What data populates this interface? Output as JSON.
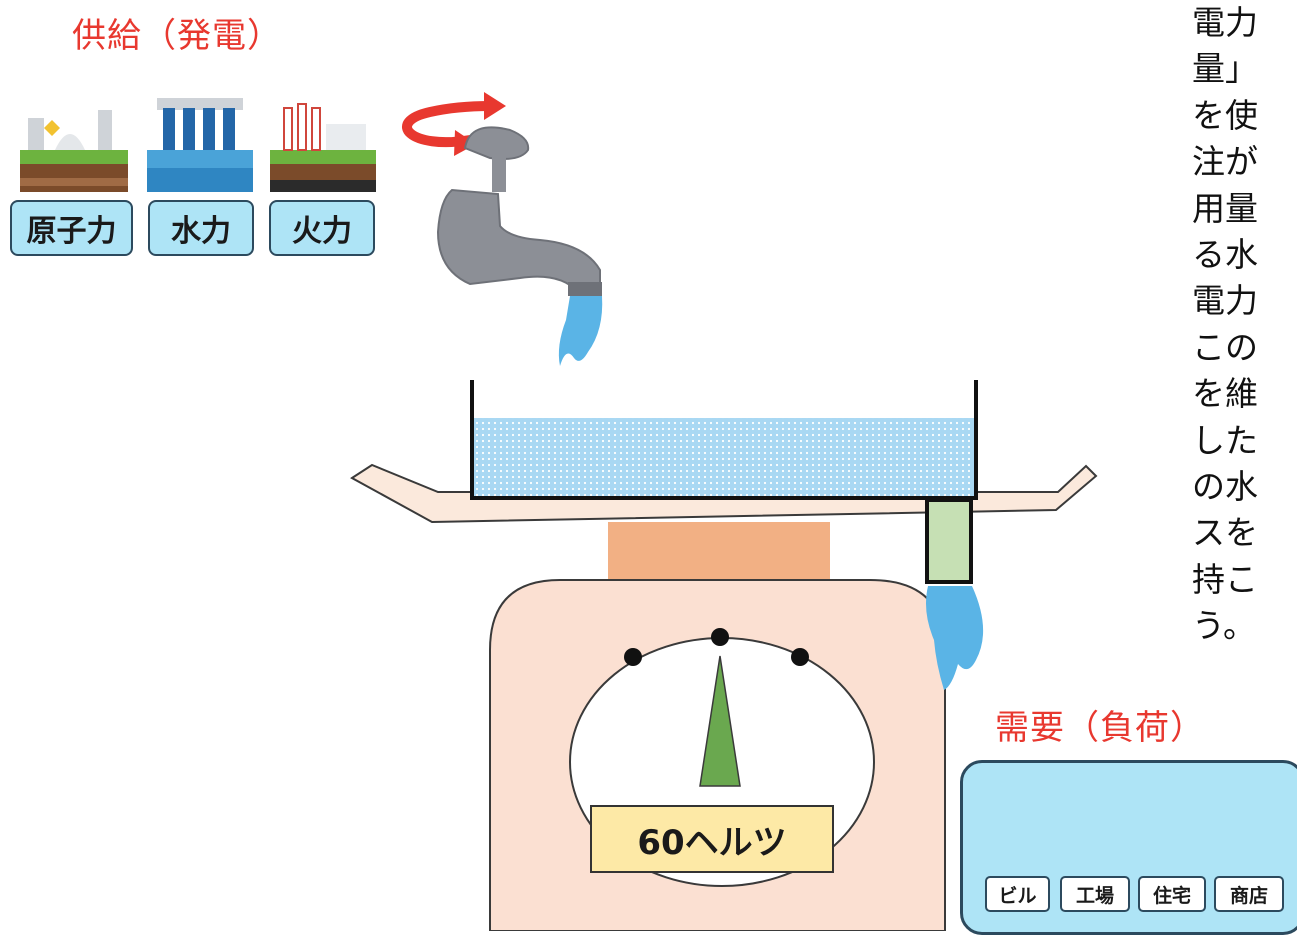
{
  "supply": {
    "title": "供給（発電）",
    "sources": [
      "原子力",
      "水力",
      "火力"
    ]
  },
  "demand": {
    "title": "需要（負荷）",
    "consumers": [
      "ビル",
      "工場",
      "住宅",
      "商店"
    ]
  },
  "scale": {
    "frequency_label": "60ヘルツ"
  },
  "side_text": {
    "lines": [
      "電力",
      "量」",
      "を使",
      "注が",
      "用量",
      "る水",
      "電力",
      "この",
      "を維",
      "した",
      "の水",
      "スを",
      "持こ",
      "う。"
    ]
  },
  "colors": {
    "label_red": "#e8382f",
    "water": "#5ab4e6",
    "tank_water": "#a9d8f3",
    "scale_body": "#fbe0d2",
    "tray": "#fbe9dc",
    "scale_block": "#f2b084",
    "needle": "#6aa84f",
    "drain_pipe": "#c6e0b4",
    "hz_box": "#fde9a6",
    "panel": "#aee4f6",
    "faucet": "#8c8f96"
  }
}
